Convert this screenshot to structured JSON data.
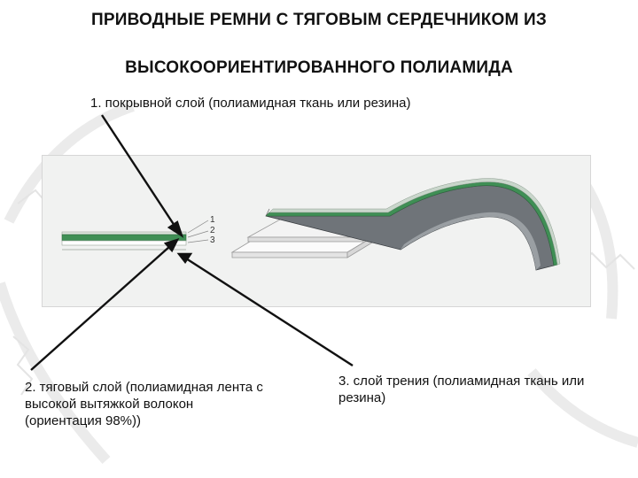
{
  "title": {
    "line1": "ПРИВОДНЫЕ РЕМНИ С ТЯГОВЫМ СЕРДЕЧНИКОМ ИЗ",
    "line2": "ВЫСОКООРИЕНТИРОВАННОГО ПОЛИАМИДА"
  },
  "labels": {
    "layer1": "1. покрывной слой (полиамидная ткань или резина)",
    "layer2": "2. тяговый слой (полиамидная лента с высокой вытяжкой волокон (ориентация 98%))",
    "layer3": "3. слой трения (полиамидная ткань или резина)"
  },
  "layer_numbers": [
    "1",
    "2",
    "3"
  ],
  "colors": {
    "core_green": "#3f8f55",
    "arrow": "#111111",
    "panel": "#f1f2f1",
    "belt_dark": "#555a5e"
  }
}
